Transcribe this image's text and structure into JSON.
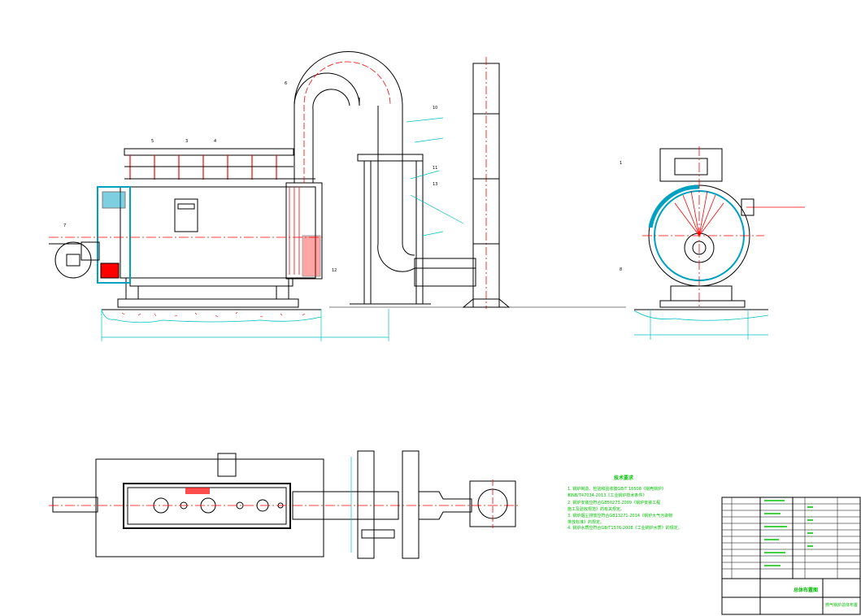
{
  "drawing": {
    "colors": {
      "outline": "#000000",
      "centerline": "#ff0000",
      "dimension": "#00c0c0",
      "notes": "#00c000",
      "hatch": "#ff0000",
      "insulation": "#00a0c0",
      "accent": "#ff0000"
    },
    "callouts": [
      "6",
      "10",
      "11",
      "13",
      "5",
      "3",
      "4",
      "7",
      "12",
      "1",
      "8"
    ],
    "notes_title": "技术要求",
    "notes_lines": [
      "1. 锅炉制造、检验和验收按GB/T 16508《锅壳锅炉》",
      "   和NB/T47034-2013《工业锅炉技术条件》",
      "2. 锅炉安装应符合GB50273-2009《锅炉安装工程",
      "   施工及验收规范》的有关规定。",
      "3. 锅炉烟尘排放应符合GB13271-2014《锅炉大气污染物",
      "   排放标准》的规定。",
      "4. 锅炉水质应符合GB/T1576-2008《工业锅炉水质》的规定。"
    ],
    "title_block": {
      "title": "总体布置图",
      "subtitle": "燃气锅炉总体布置"
    }
  }
}
